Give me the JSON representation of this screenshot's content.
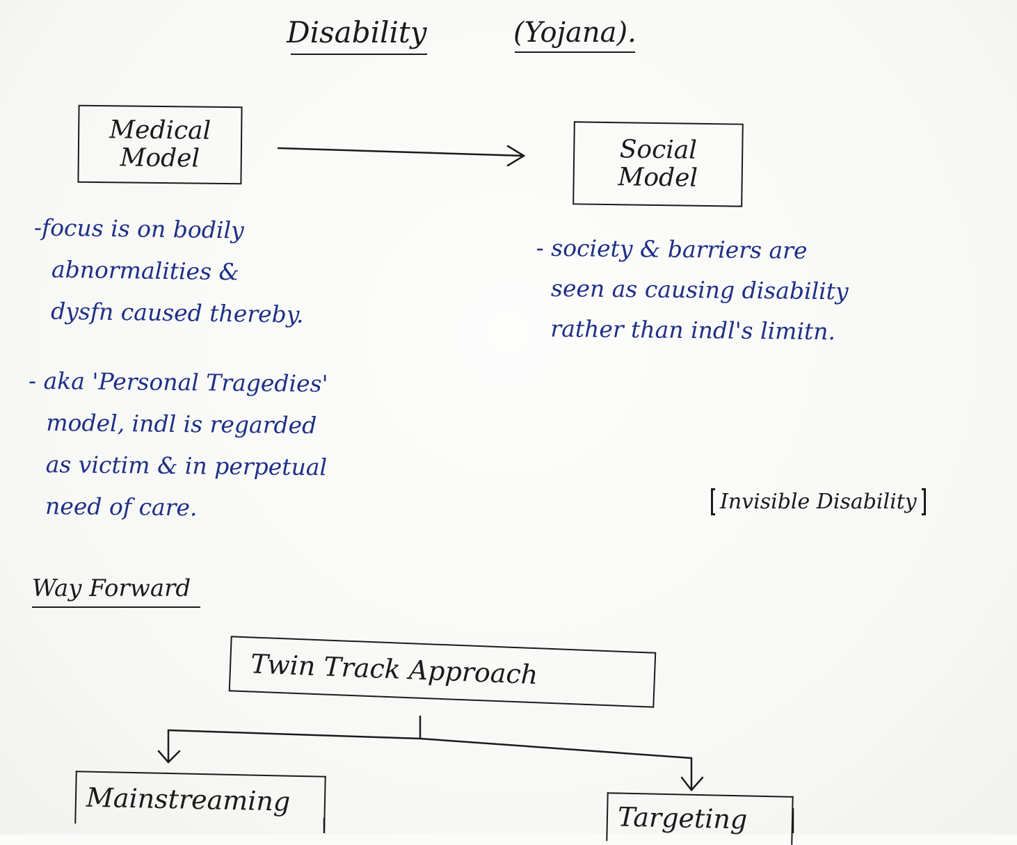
{
  "header": {
    "title": "Disability",
    "subtitle": "(Yojana)."
  },
  "models": {
    "medical": {
      "line1": "Medical",
      "line2": "Model",
      "notes": [
        "-focus is on bodily",
        "abnormalities &",
        "dysfn caused thereby."
      ],
      "notes2": [
        "- aka 'Personal Tragedies'",
        "model, indl is regarded",
        "as victim & in perpetual",
        "need of care."
      ]
    },
    "social": {
      "line1": "Social",
      "line2": "Model",
      "notes": [
        "- society & barriers are",
        "seen as causing disability",
        "rather than indl's limitn."
      ]
    }
  },
  "side_note": "Invisible Disability",
  "way_forward": {
    "heading": "Way Forward",
    "root": "Twin Track Approach",
    "branches": [
      "Mainstreaming",
      "Targeting"
    ]
  }
}
